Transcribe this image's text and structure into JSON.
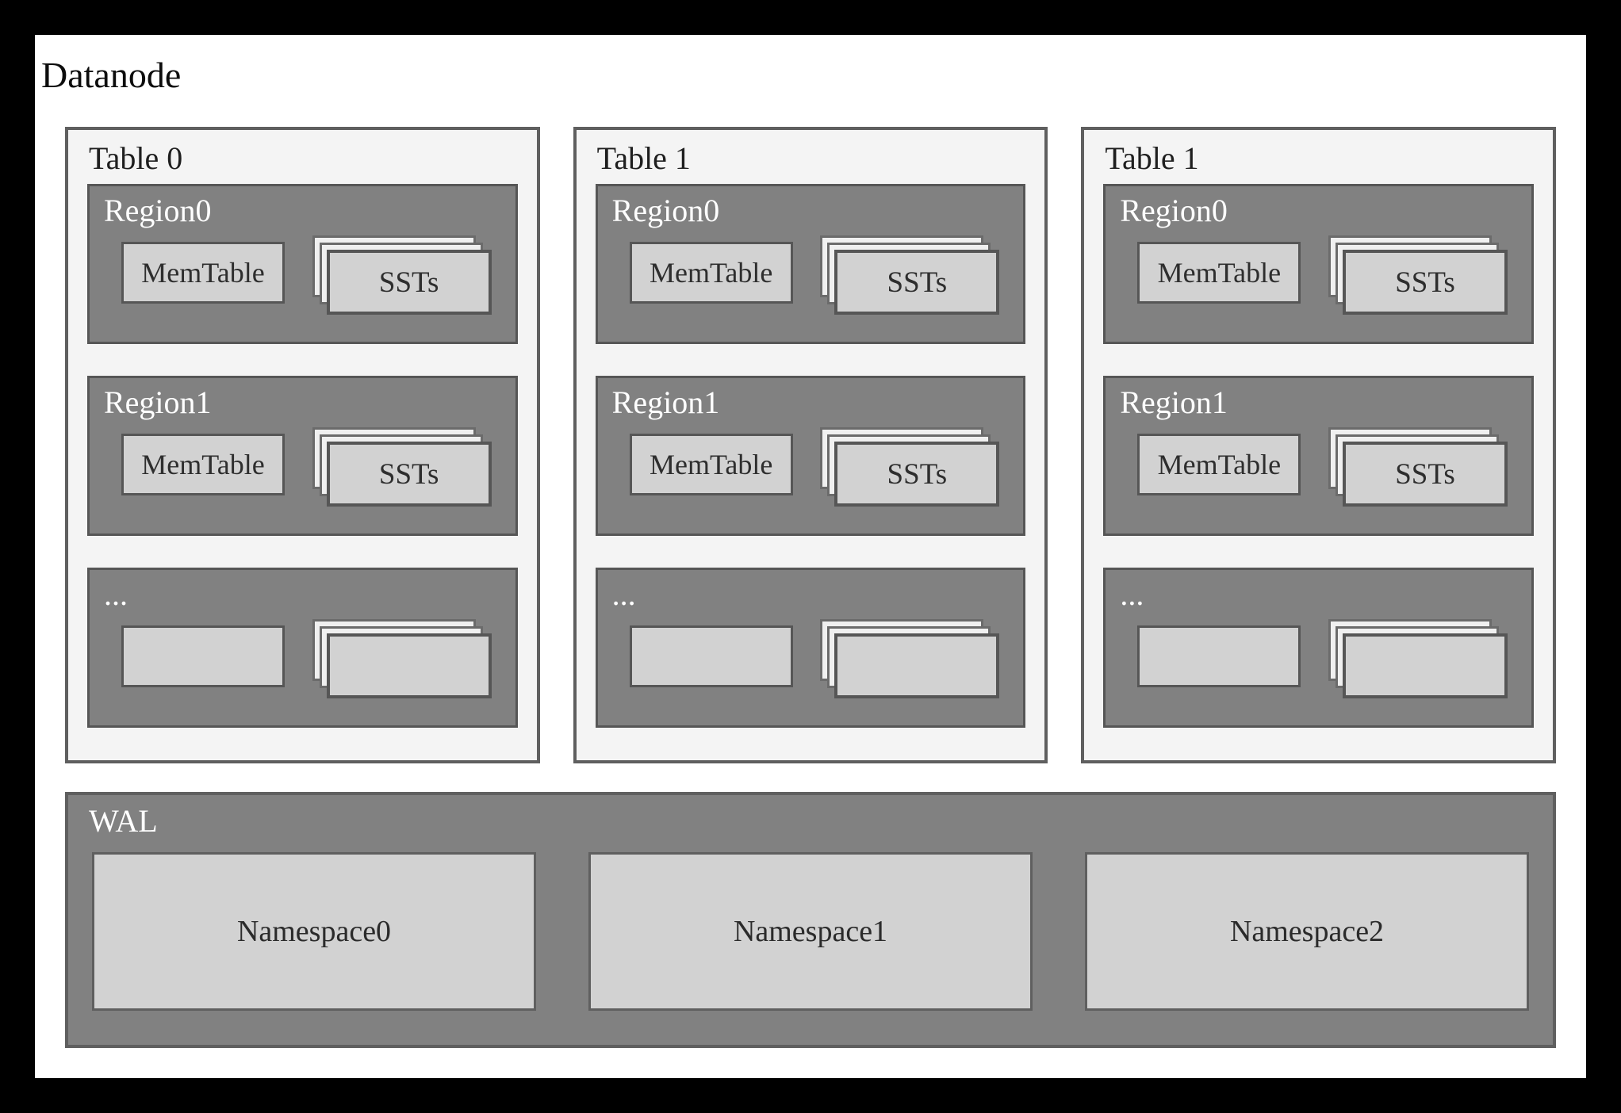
{
  "title": "Datanode",
  "tables": [
    {
      "label": "Table 0",
      "regions": [
        {
          "label": "Region0",
          "memtable_label": "MemTable",
          "ssts_label": "SSTs"
        },
        {
          "label": "Region1",
          "memtable_label": "MemTable",
          "ssts_label": "SSTs"
        },
        {
          "label": "...",
          "memtable_label": "",
          "ssts_label": ""
        }
      ]
    },
    {
      "label": "Table 1",
      "regions": [
        {
          "label": "Region0",
          "memtable_label": "MemTable",
          "ssts_label": "SSTs"
        },
        {
          "label": "Region1",
          "memtable_label": "MemTable",
          "ssts_label": "SSTs"
        },
        {
          "label": "...",
          "memtable_label": "",
          "ssts_label": ""
        }
      ]
    },
    {
      "label": "Table 1",
      "regions": [
        {
          "label": "Region0",
          "memtable_label": "MemTable",
          "ssts_label": "SSTs"
        },
        {
          "label": "Region1",
          "memtable_label": "MemTable",
          "ssts_label": "SSTs"
        },
        {
          "label": "...",
          "memtable_label": "",
          "ssts_label": ""
        }
      ]
    }
  ],
  "wal": {
    "label": "WAL",
    "namespaces": [
      {
        "label": "Namespace0"
      },
      {
        "label": "Namespace1"
      },
      {
        "label": "Namespace2"
      }
    ]
  },
  "colors": {
    "frame": "#000000",
    "canvas": "#ffffff",
    "table_fill": "#f4f4f4",
    "table_border": "#5f5f5f",
    "region_fill": "#818181",
    "region_border": "#565656",
    "inner_box_fill": "#d2d2d2",
    "inner_box_border": "#565656",
    "stack_back_fill": "#f0f0f0",
    "label_dark": "#1f1f1f",
    "label_light": "#ffffff"
  }
}
